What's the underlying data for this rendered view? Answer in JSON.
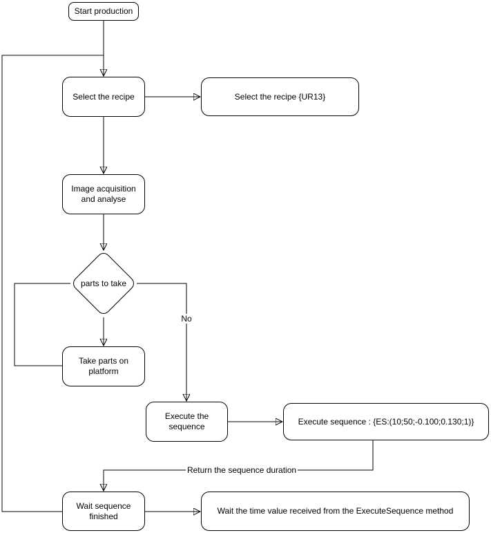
{
  "diagram": {
    "nodes": {
      "start": {
        "label": "Start production"
      },
      "select_recipe": {
        "label": "Select the recipe"
      },
      "select_recipe_detail": {
        "label": "Select the recipe {UR13}"
      },
      "image_acquisition": {
        "label": "Image acquisition and analyse"
      },
      "parts_decision": {
        "label": "parts to take"
      },
      "take_parts": {
        "label": "Take parts on platform"
      },
      "execute_sequence": {
        "label": "Execute the sequence"
      },
      "execute_sequence_detail": {
        "label": "Execute sequence : {ES:(10;50;-0.100;0.130;1)}"
      },
      "wait_sequence": {
        "label": "Wait sequence finished"
      },
      "wait_time_detail": {
        "label": "Wait the time value received from the ExecuteSequence method"
      }
    },
    "edge_labels": {
      "no": "No",
      "return_duration": "Return the sequence duration"
    },
    "colors": {
      "line": "#000000",
      "node_fill": "#ffffff",
      "node_border": "#000000",
      "text": "#000000",
      "background": "#ffffff"
    }
  }
}
